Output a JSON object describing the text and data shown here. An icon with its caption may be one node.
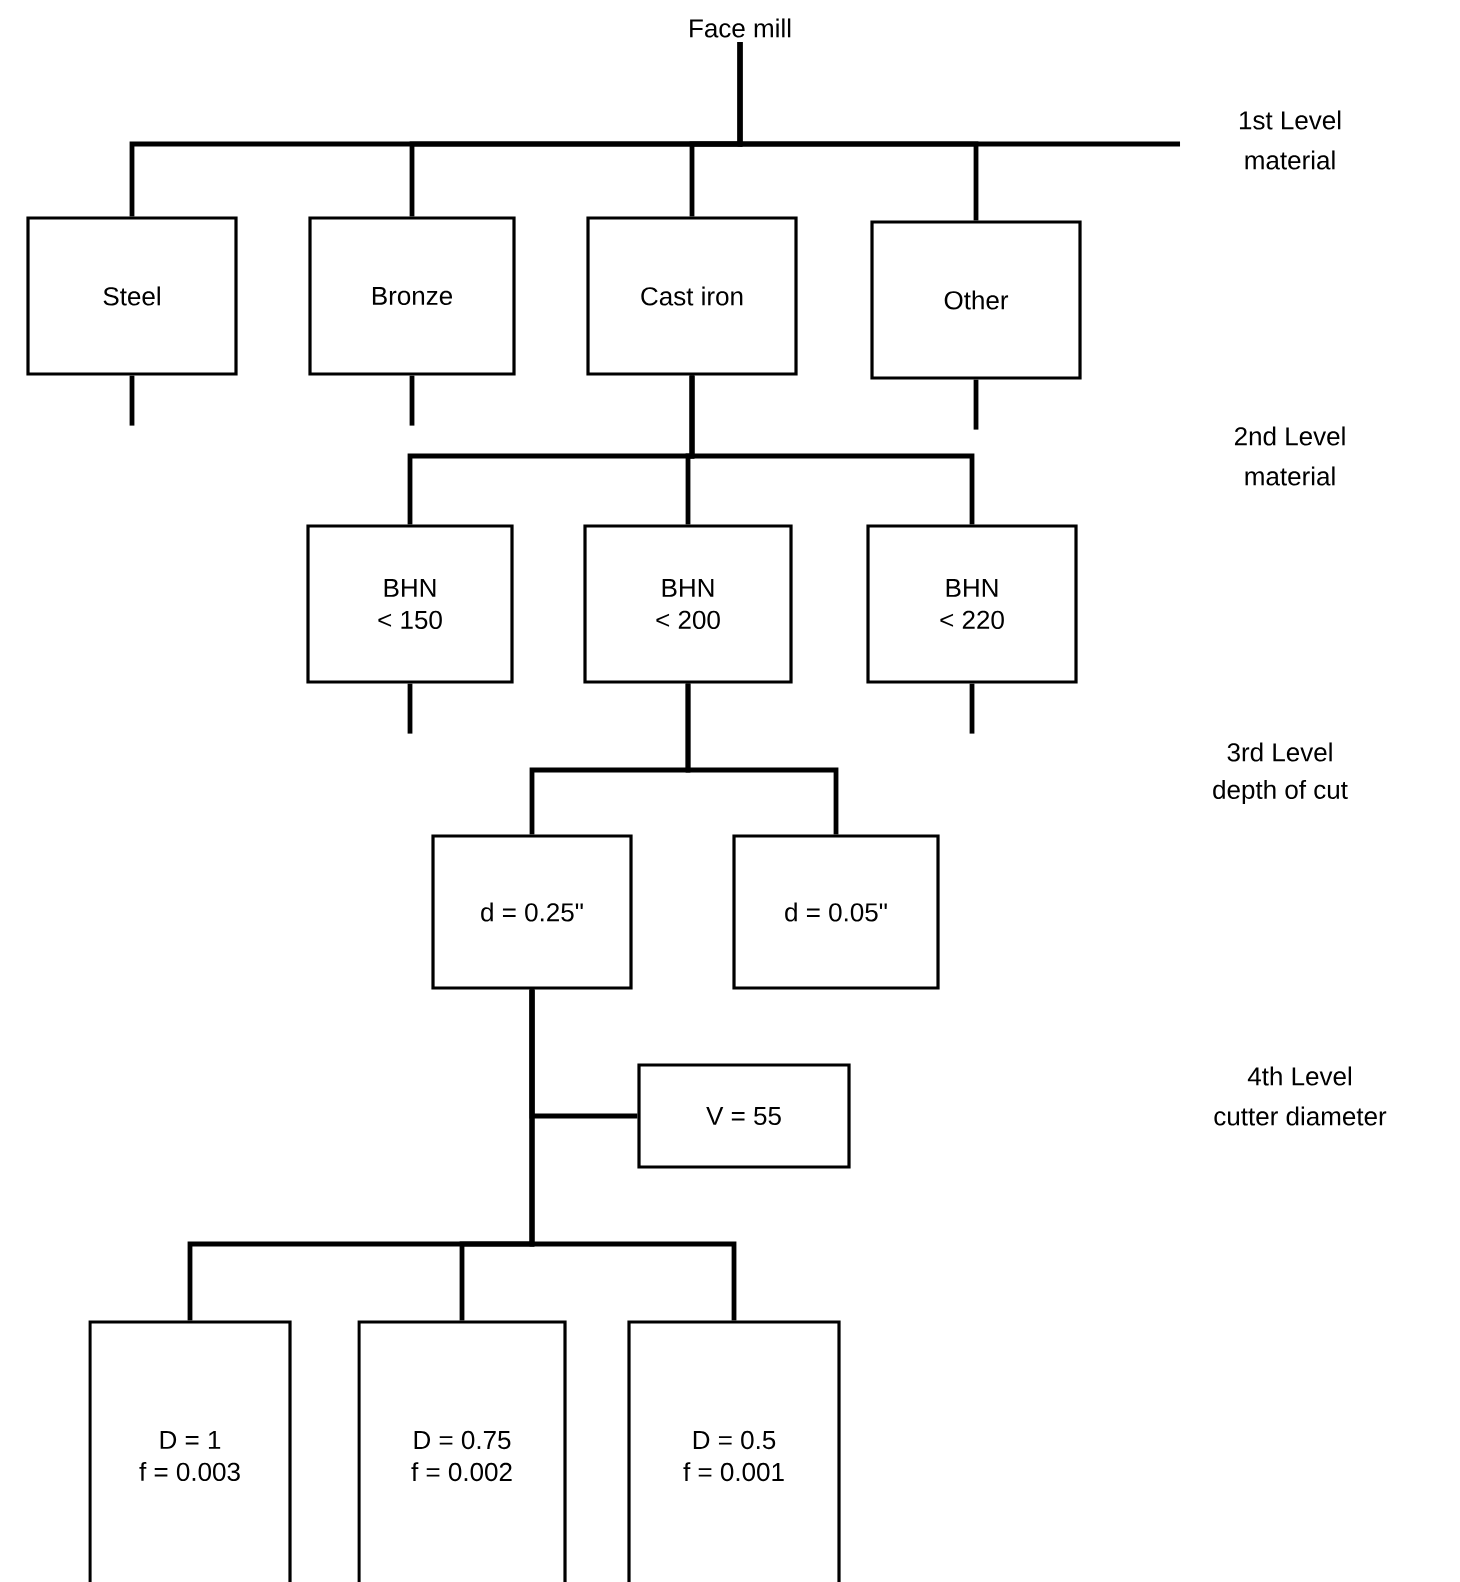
{
  "diagram": {
    "nodes": [
      {
        "text": [
          "Face mill"
        ]
      },
      {
        "text": [
          "Steel"
        ]
      },
      {
        "text": [
          "Bronze"
        ]
      },
      {
        "text": [
          "Cast iron"
        ]
      },
      {
        "text": [
          "Other"
        ]
      },
      {
        "text": [
          "BHN",
          "< 150"
        ]
      },
      {
        "text": [
          "BHN",
          "< 200"
        ]
      },
      {
        "text": [
          "BHN",
          "< 220"
        ]
      },
      {
        "text": [
          "d = 0.25\""
        ]
      },
      {
        "text": [
          "d = 0.05\""
        ]
      },
      {
        "text": [
          "V = 55"
        ]
      },
      {
        "text": [
          "D = 1",
          "f = 0.003"
        ]
      },
      {
        "text": [
          "D = 0.75",
          "f = 0.002"
        ]
      },
      {
        "text": [
          "D = 0.5",
          "f = 0.001"
        ]
      }
    ],
    "edges": [
      {
        "from": 0,
        "to": 1,
        "arrow": "none"
      },
      {
        "from": 0,
        "to": 2,
        "arrow": "none"
      },
      {
        "from": 0,
        "to": 3,
        "arrow": "none"
      },
      {
        "from": 0,
        "to": 4,
        "arrow": "none"
      },
      {
        "from": 1,
        "to": null,
        "arrow": "none"
      },
      {
        "from": 2,
        "to": null,
        "arrow": "none"
      },
      {
        "from": 4,
        "to": null,
        "arrow": "none"
      },
      {
        "from": 3,
        "to": 5,
        "arrow": "none"
      },
      {
        "from": 3,
        "to": 6,
        "arrow": "none"
      },
      {
        "from": 3,
        "to": 7,
        "arrow": "none"
      },
      {
        "from": 5,
        "to": null,
        "arrow": "none"
      },
      {
        "from": 7,
        "to": null,
        "arrow": "none"
      },
      {
        "from": 6,
        "to": 8,
        "arrow": "none"
      },
      {
        "from": 6,
        "to": 9,
        "arrow": "none"
      },
      {
        "from": 8,
        "to": 10,
        "arrow": "none"
      },
      {
        "from": 8,
        "to": 11,
        "arrow": "none"
      },
      {
        "from": 8,
        "to": 12,
        "arrow": "none"
      },
      {
        "from": 8,
        "to": 13,
        "arrow": "none"
      }
    ],
    "labels": [
      "1st Level",
      "material",
      "2nd Level",
      "material",
      "3rd Level",
      "depth of cut",
      "4th Level",
      "cutter diameter"
    ]
  }
}
